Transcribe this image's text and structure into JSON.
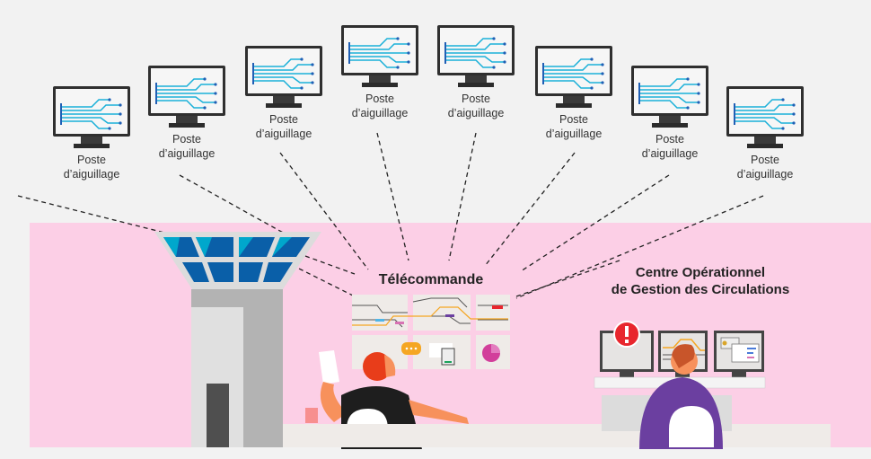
{
  "stations": [
    {
      "line1": "Poste",
      "line2": "d’aiguillage"
    },
    {
      "line1": "Poste",
      "line2": "d’aiguillage"
    },
    {
      "line1": "Poste",
      "line2": "d’aiguillage"
    },
    {
      "line1": "Poste",
      "line2": "d’aiguillage"
    },
    {
      "line1": "Poste",
      "line2": "d’aiguillage"
    },
    {
      "line1": "Poste",
      "line2": "d’aiguillage"
    },
    {
      "line1": "Poste",
      "line2": "d’aiguillage"
    },
    {
      "line1": "Poste",
      "line2": "d’aiguillage"
    }
  ],
  "telecommande": {
    "title": "Télécommande"
  },
  "cogc": {
    "line1": "Centre Opérationnel",
    "line2": "de Gestion des Circulations"
  },
  "colors": {
    "background_pink": "#fccfe6",
    "circuit_cyan": "#1ab0d8",
    "circuit_blue": "#1f5fb5",
    "tower_glass_dark": "#0a5fa8",
    "tower_glass_light": "#00a7cc",
    "alert_red": "#e8262d",
    "accent_orange": "#f5a623",
    "shirt_purple": "#6b3fa0"
  }
}
